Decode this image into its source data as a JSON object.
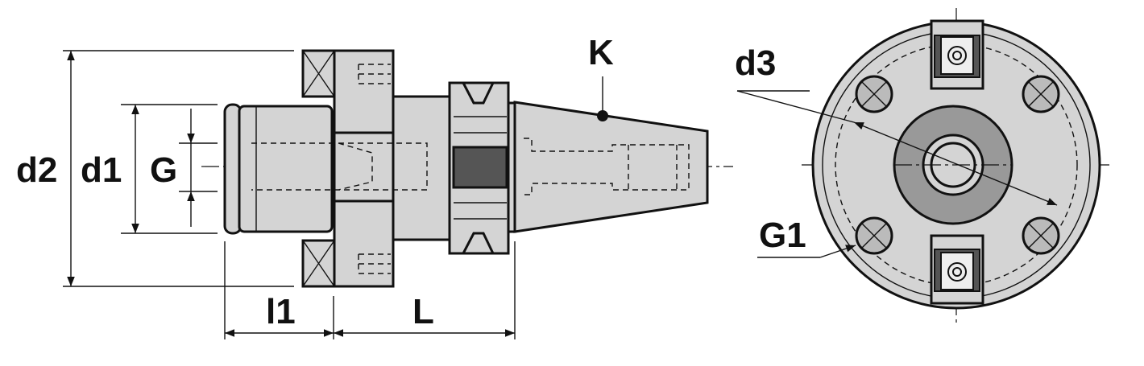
{
  "labels": {
    "d2": "d2",
    "d1": "d1",
    "G": "G",
    "l1": "l1",
    "L": "L",
    "K": "K",
    "d3": "d3",
    "G1": "G1"
  },
  "colors": {
    "outline": "#111111",
    "body_fill": "#d4d4d4",
    "dark_fill": "#555555",
    "background": "#ffffff"
  }
}
